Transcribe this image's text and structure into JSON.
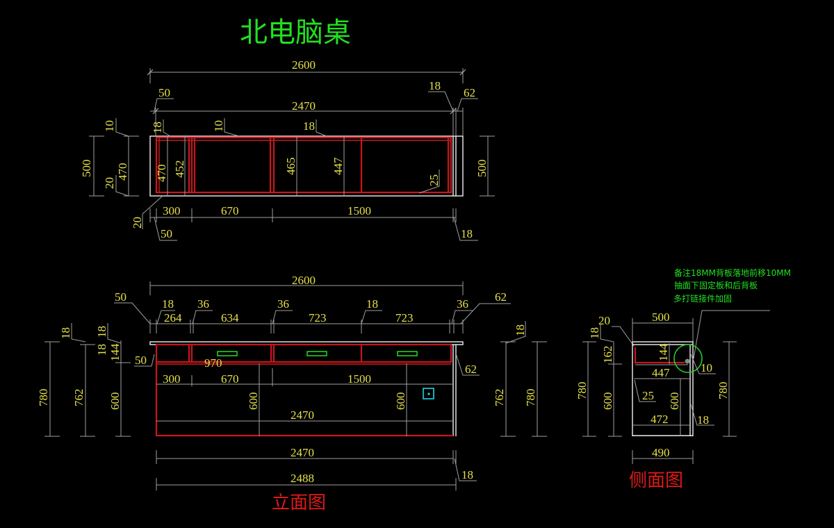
{
  "title": "北电脑桌",
  "plan_view": {
    "dims": {
      "overall_width": "2600",
      "inner_width": "2470",
      "left_offset": "50",
      "right_panel": "18",
      "right_overhang": "62",
      "depth_left": "500",
      "depth_inner": "470",
      "top_gap": "10",
      "bottom_gap": "20",
      "panel_18": "18",
      "mid_gap_10": "10",
      "mid_panel_18": "18",
      "left_470": "470",
      "left_452": "452",
      "mid_465": "465",
      "mid_447": "447",
      "right_25": "25",
      "depth_right": "500",
      "seg_300": "300",
      "seg_670": "670",
      "seg_1500": "1500",
      "bottom_left_20": "20",
      "bottom_left_50": "50",
      "bottom_right_18": "18"
    }
  },
  "elevation_view": {
    "label": "立面图",
    "dims": {
      "overall_width": "2600",
      "left_50": "50",
      "panel_18a": "18",
      "seg_264": "264",
      "gap_36a": "36",
      "seg_634": "634",
      "gap_36b": "36",
      "seg_723a": "723",
      "panel_18b": "18",
      "seg_723b": "723",
      "gap_36c": "36",
      "right_62": "62",
      "left_18a": "18",
      "left_18b": "18",
      "left_18c": "18",
      "drawer_144": "144",
      "left_50b": "50",
      "drawer_970": "970",
      "right_62b": "62",
      "seg_300": "300",
      "seg_670": "670",
      "seg_1500": "1500",
      "height_780_left": "780",
      "height_762_left": "762",
      "height_600_left": "600",
      "inner_600a": "600",
      "inner_600b": "600",
      "inner_2470": "2470",
      "height_762_right": "762",
      "height_780_right": "780",
      "right_18_top": "18",
      "bottom_2470": "2470",
      "bottom_2488": "2488",
      "bottom_18": "18"
    }
  },
  "side_view": {
    "label": "侧面图",
    "note_lines": [
      "备注18MM背板落地前移10MM",
      "抽面下固定板和后背板",
      "多打链接件加固"
    ],
    "dims": {
      "top_20": "20",
      "top_500": "500",
      "left_18": "18",
      "left_162": "162",
      "drawer_144": "144",
      "depth_447": "447",
      "callout_10": "10",
      "height_780_left": "780",
      "height_600_left": "600",
      "callout_25": "25",
      "inner_600": "600",
      "inner_472": "472",
      "callout_18": "18",
      "height_780_right": "780",
      "bottom_490": "490"
    }
  },
  "colors": {
    "background": "#000000",
    "dimension_text": "#e6e04a",
    "panel_lines": "#c8161c",
    "title": "#22e022",
    "view_label": "#e01818",
    "highlight_circle": "#22d022",
    "marker_box": "#1ed8e0"
  }
}
